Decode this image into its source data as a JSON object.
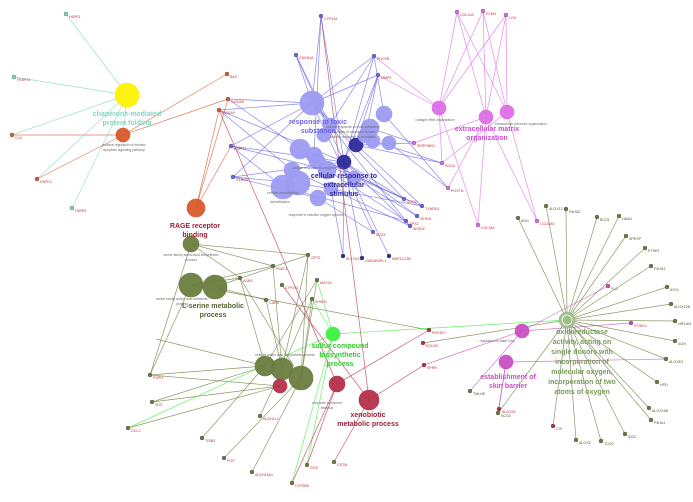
{
  "colors": {
    "chaperone": "#fff200",
    "chaperone_text": "#7fd8c5",
    "orange": "#d95a2b",
    "blue_light": "#9d9bf2",
    "blue_dark": "#2e2a9a",
    "blue_text": "#6b66e6",
    "purple": "#dd6ee6",
    "purple_text": "#c84fd1",
    "olive": "#6b7d3f",
    "olive_text": "#54662d",
    "bright_green": "#3fef3f",
    "bright_green_text": "#2ecc2e",
    "crimson": "#b5304a",
    "crimson_text": "#9a2035",
    "magenta": "#c94fc4",
    "gene_red": "#c2343c",
    "gene_green": "#4a5d2e"
  },
  "big_labels": {
    "chaperone": [
      "chaperone-mediated",
      "protein folding"
    ],
    "rage": [
      "RAGE receptor",
      "binding"
    ],
    "toxic": [
      "response to toxic",
      "substance"
    ],
    "cellular_response": [
      "cellular response to",
      "extracellular",
      "stimulus"
    ],
    "ecm": [
      "extracellular matrix",
      "organization"
    ],
    "serine": [
      "L-serine metabolic",
      "process"
    ],
    "sulfur": [
      "sulfur compound",
      "biosynthetic",
      "process"
    ],
    "xenobiotic": [
      "xenobiotic",
      "metabolic process"
    ],
    "skin": [
      "establishment of",
      "skin barrier"
    ],
    "oxidoreductase": [
      "oxidoreductase",
      "activity, acting on",
      "single donors with",
      "incorporation of",
      "molecular oxygen,",
      "incorporation of two",
      "atoms of oxygen"
    ]
  },
  "term_labels": {
    "apoptotic": [
      "positive regulation of intrinsic",
      "apoptotic signaling pathway"
    ],
    "collagen_fibril": "collagen fibril organization",
    "ecm_small": "extracellular structure organization",
    "serine_family": [
      "serine family amino acid biosynthetic",
      "process"
    ],
    "serine_small": [
      "serine family amino acid metabolic",
      "process"
    ],
    "reactive_oxygen": "response to reactive oxygen species",
    "water_loss": "regulation of water loss",
    "cellular_amino": "cellular amino acid biosynthetic process",
    "nutrient": [
      "response to nutrient",
      "stimulus"
    ],
    "toxic_small": [
      "cellular response to toxic substance",
      "regulation of response to toxic",
      "cellular response to xenobiotic"
    ],
    "extracellular_small": "cellular response to oxygen levels",
    "hypoxia": "cellular detoxification",
    "detox": "detoxification"
  },
  "genes": [
    {
      "id": "HSPE1",
      "text": "HSPE1"
    },
    {
      "id": "FKBP14",
      "text": "FKBP14"
    },
    {
      "id": "CLU",
      "text": "CLU"
    },
    {
      "id": "HSPD1",
      "text": "HSPD1"
    },
    {
      "id": "FABP5",
      "text": "FABP5"
    },
    {
      "id": "BAX",
      "text": "BAX"
    },
    {
      "id": "S100A8",
      "text": "S100A8"
    },
    {
      "id": "S100A9",
      "text": "S100A9"
    },
    {
      "id": "HSPH1",
      "text": "HSPH1"
    },
    {
      "id": "GLRX3",
      "text": "GLRX3"
    },
    {
      "id": "CYP1A1",
      "text": "CYP1A1"
    },
    {
      "id": "CDKN1A",
      "text": "CDKN1A"
    },
    {
      "id": "PDGFB",
      "text": "PDGFB"
    },
    {
      "id": "MMP3",
      "text": "MMP3"
    },
    {
      "id": "SOD3",
      "text": "SOD3"
    },
    {
      "id": "COL1A2",
      "text": "COL1A2"
    },
    {
      "id": "PXDN",
      "text": "PXDN"
    },
    {
      "id": "LOX",
      "text": "LOX"
    },
    {
      "id": "SERPINB3",
      "text": "SERPINB3"
    },
    {
      "id": "POSTN",
      "text": "POSTN"
    },
    {
      "id": "COL3A1",
      "text": "COL3A1"
    },
    {
      "id": "CCDC80",
      "text": "CCDC80"
    },
    {
      "id": "SOD2",
      "text": "SOD2"
    },
    {
      "id": "TXNRD1",
      "text": "TXNRD1"
    },
    {
      "id": "GPX2",
      "text": "GPX2"
    },
    {
      "id": "SESN2",
      "text": "SESN2"
    },
    {
      "id": "SESN1",
      "text": "SESN1"
    },
    {
      "id": "MT2A",
      "text": "MT2A"
    },
    {
      "id": "SLC7A11",
      "text": "SLC7A11"
    },
    {
      "id": "GABARAPL1",
      "text": "GABARAPL1"
    },
    {
      "id": "MAP1LC3B",
      "text": "MAP1LC3B"
    },
    {
      "id": "ADI1",
      "text": "ADI1"
    },
    {
      "id": "ALOX12",
      "text": "ALOX12"
    },
    {
      "id": "P4HA2",
      "text": "P4HA2"
    },
    {
      "id": "BCO1",
      "text": "BCO1"
    },
    {
      "id": "HAAO",
      "text": "HAAO"
    },
    {
      "id": "SPESP",
      "text": "SPESP"
    },
    {
      "id": "ETHE1",
      "text": "ETHE1"
    },
    {
      "id": "P4HA3",
      "text": "P4HA3"
    },
    {
      "id": "IDO1",
      "text": "IDO1"
    },
    {
      "id": "ALOX12B",
      "text": "ALOX12B"
    },
    {
      "id": "HIF1AN",
      "text": "HIF1AN"
    },
    {
      "id": "AGH",
      "text": "AGH"
    },
    {
      "id": "ALOXE3",
      "text": "ALOXE3"
    },
    {
      "id": "ALOX15B",
      "text": "ALOX15B"
    },
    {
      "id": "HPD",
      "text": "HPD"
    },
    {
      "id": "FLG",
      "text": "FLG"
    },
    {
      "id": "STING1",
      "text": "STING1"
    },
    {
      "id": "TMLHE",
      "text": "TMLHE"
    },
    {
      "id": "SCO2",
      "text": "SCO2"
    },
    {
      "id": "CIS",
      "text": "CIS"
    },
    {
      "id": "ALOX5",
      "text": "ALOX5"
    },
    {
      "id": "TDO2",
      "text": "TDO2"
    },
    {
      "id": "IDO2",
      "text": "IDO2"
    },
    {
      "id": "P4HA1",
      "text": "P4HA1"
    },
    {
      "id": "ALOX15",
      "text": "ALOX15"
    },
    {
      "id": "SPRR",
      "text": "SPRR"
    },
    {
      "id": "PHGDH",
      "text": "PHGDH"
    },
    {
      "id": "ASNS",
      "text": "ASNS"
    },
    {
      "id": "PSAT1",
      "text": "PSAT1"
    },
    {
      "id": "GPT2",
      "text": "GPT2"
    },
    {
      "id": "ALDH1L2",
      "text": "ALDH1L2"
    },
    {
      "id": "CARS",
      "text": "CARS"
    },
    {
      "id": "PSPH",
      "text": "PSPH"
    },
    {
      "id": "SDS",
      "text": "SDS"
    },
    {
      "id": "MAT2A",
      "text": "MAT2A"
    },
    {
      "id": "SHMT2",
      "text": "SHMT2"
    },
    {
      "id": "TRIB3",
      "text": "TRIB3"
    },
    {
      "id": "PGS",
      "text": "PGS"
    },
    {
      "id": "ALDH18A1",
      "text": "ALDH18A1"
    },
    {
      "id": "CYP2S1",
      "text": "CYP2S1"
    },
    {
      "id": "CYP3B6",
      "text": "CYP3B6"
    },
    {
      "id": "GGS",
      "text": "GGS"
    },
    {
      "id": "GSTM",
      "text": "GSTM"
    },
    {
      "id": "GCLC",
      "text": "GCLC"
    },
    {
      "id": "EGLN3",
      "text": "EGLN3"
    }
  ]
}
